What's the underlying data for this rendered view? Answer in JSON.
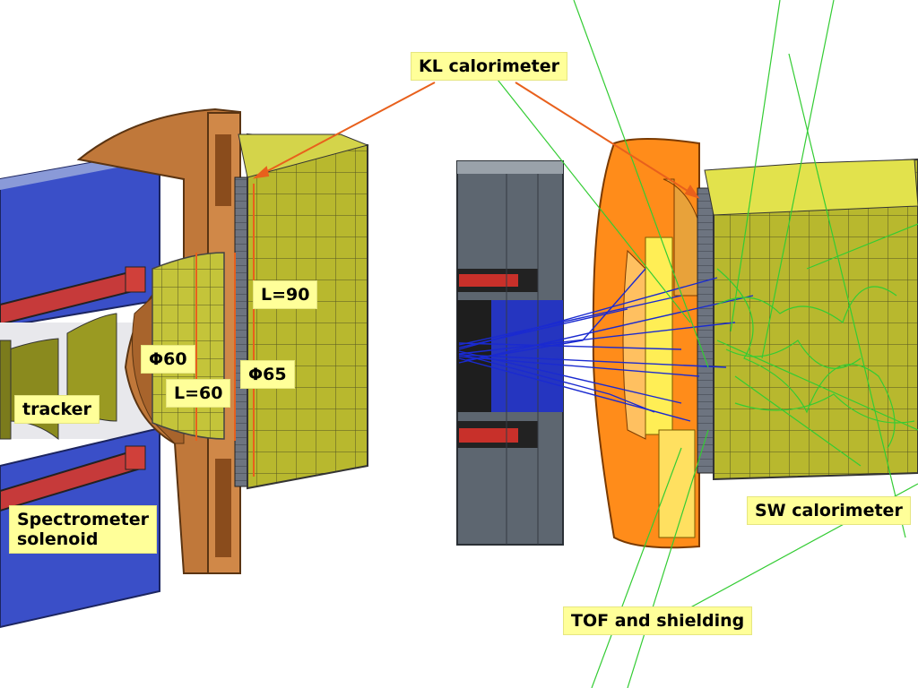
{
  "labels": {
    "kl_calorimeter": "KL calorimeter",
    "l90": "L=90",
    "phi60": "Φ60",
    "phi65": "Φ65",
    "l60": "L=60",
    "tracker": "tracker",
    "spectrometer_line1": "Spectrometer",
    "spectrometer_line2": "solenoid",
    "sw_calorimeter": "SW calorimeter",
    "tof_shielding": "TOF and shielding"
  },
  "colors": {
    "label_bg": "#ffff99",
    "leader_line": "#e8601c",
    "dimension_line": "#e8601c",
    "solenoid_blue": "#3a4fc8",
    "copper": "#c0783a",
    "orange_tof": "#ff8c1a",
    "calorimeter_olive": "#b8b82e",
    "steel_gray": "#5d6670",
    "particle_blue": "#1a2ad0",
    "shower_green": "#33cc33"
  }
}
